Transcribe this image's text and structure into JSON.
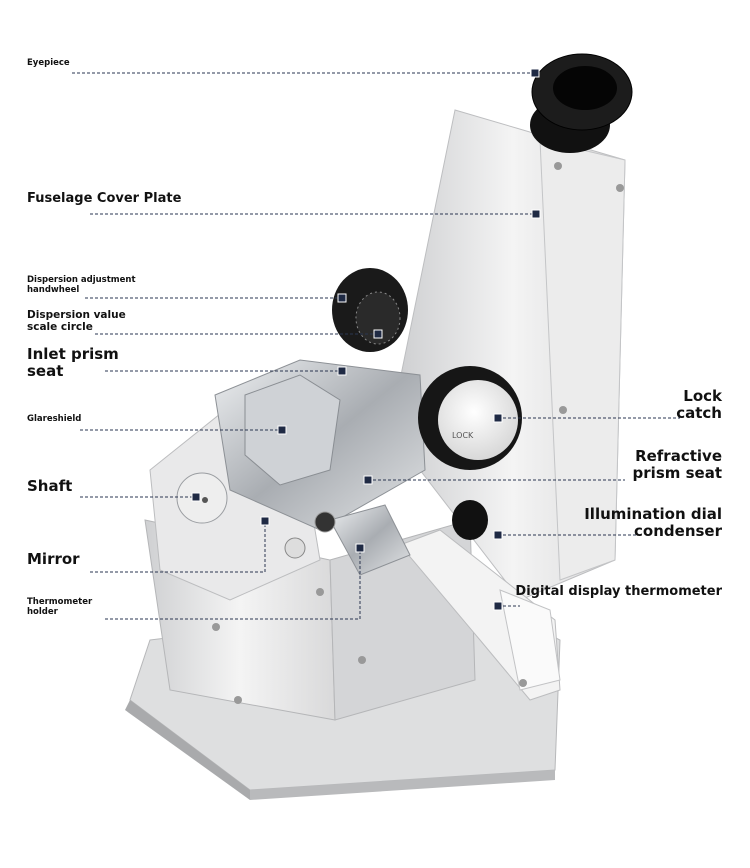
{
  "labels": {
    "eyepiece": "Eyepiece",
    "fuselage": "Fuselage Cover Plate",
    "dispersion_handwheel_1": "Dispersion adjustment",
    "dispersion_handwheel_2": "handwheel",
    "dispersion_scale_1": "Dispersion value",
    "dispersion_scale_2": "scale circle",
    "inlet_prism_1": "Inlet prism",
    "inlet_prism_2": "seat",
    "glareshield": "Glareshield",
    "shaft": "Shaft",
    "mirror": "Mirror",
    "thermometer_holder_1": "Thermometer",
    "thermometer_holder_2": "holder",
    "lock_catch_1": "Lock",
    "lock_catch_2": "catch",
    "refractive_prism_1": "Refractive",
    "refractive_prism_2": "prism seat",
    "illumination_1": "Illumination dial",
    "illumination_2": "condenser",
    "digital_thermometer": "Digital display thermometer"
  },
  "colors": {
    "leader_line": "#2a3550",
    "marker": "#1f2a44",
    "body": "#e6e6e6",
    "knob": "#1a1a1a",
    "metal": "#c9ccd0"
  },
  "dial_text": "LOCK"
}
